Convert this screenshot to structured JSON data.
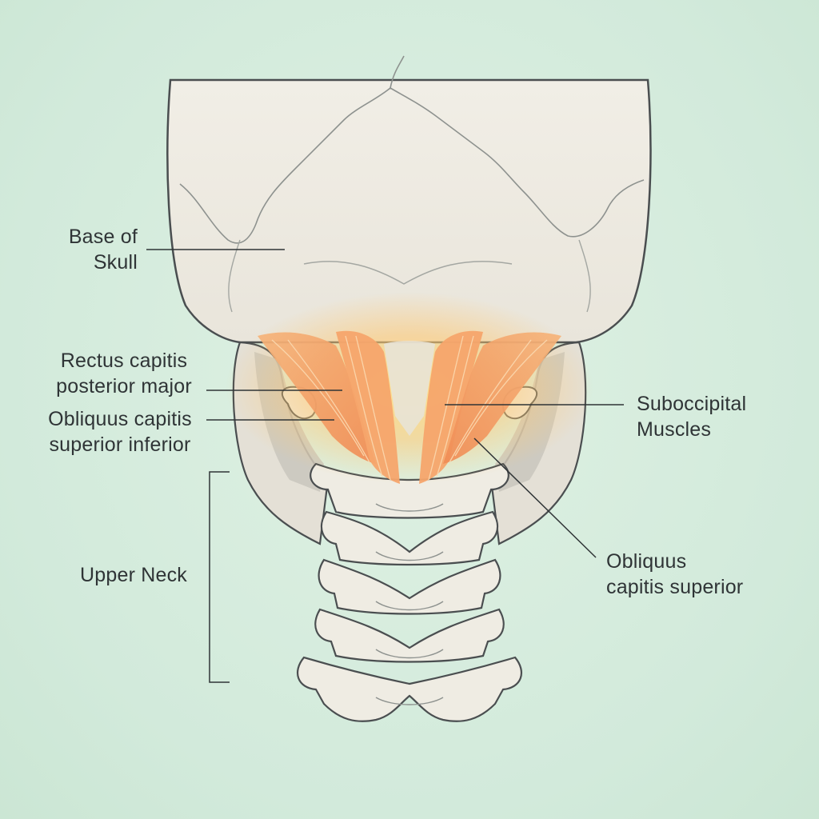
{
  "labels": {
    "base_of_skull": [
      "Base of",
      "Skull"
    ],
    "rectus_capitis_posterior_major": [
      "Rectus capitis",
      "posterior major"
    ],
    "obliquus_capitis_superior_inferior": [
      "Obliquus capitis",
      "superior inferior"
    ],
    "upper_neck": "Upper Neck",
    "suboccipital_muscles": [
      "Suboccipital",
      "Muscles"
    ],
    "obliquus_capitis_superior": [
      "Obliquus",
      "capitis superior"
    ]
  },
  "colors": {
    "background": "#d6ecdc",
    "bone": "#efece3",
    "bone_outline": "#4a4e50",
    "muscle": "#f3a066",
    "muscle_glow": "#ffd27a",
    "ligament": "#c9c6bd",
    "leader_line": "#2f3436"
  }
}
